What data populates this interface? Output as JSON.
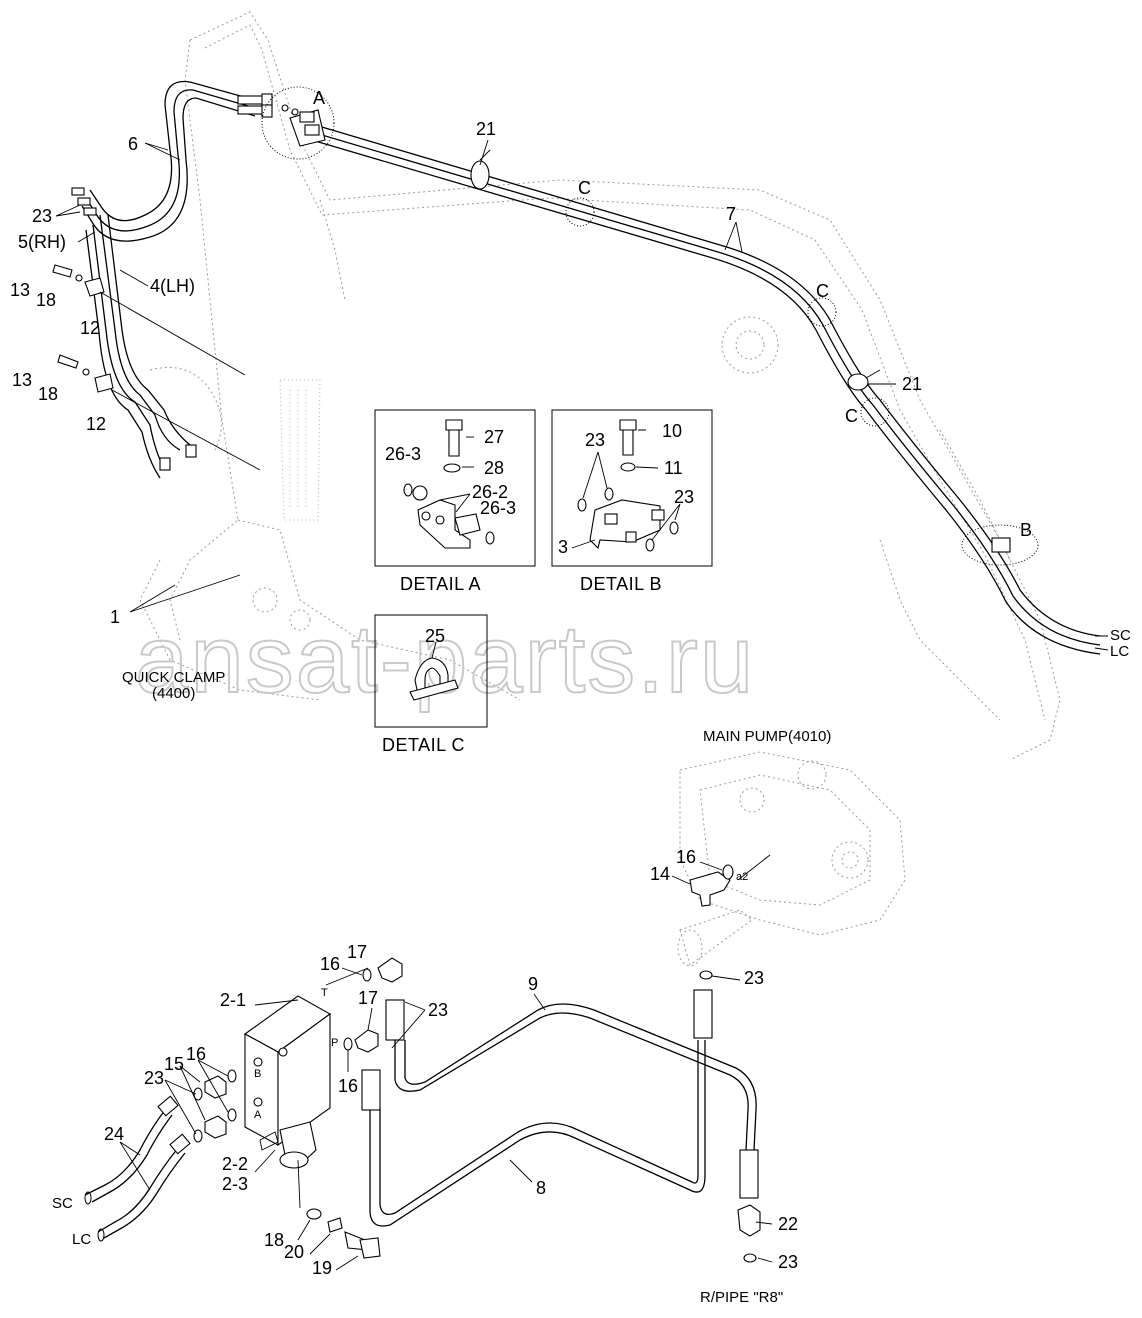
{
  "watermark": "ansat-parts.ru",
  "labels": {
    "a_top": "A",
    "n21_top": "21",
    "n6": "6",
    "c1": "C",
    "n7": "7",
    "c2": "C",
    "n21_right": "21",
    "c3": "C",
    "b": "B",
    "sc_top": "SC",
    "lc_top": "LC",
    "n23_left": "23",
    "n5rh": "5(RH)",
    "n13_a": "13",
    "n18_a": "18",
    "n4lh": "4(LH)",
    "n12_a": "12",
    "n13_b": "13",
    "n18_b": "18",
    "n12_b": "12",
    "n1": "1",
    "quick_clamp": "QUICK CLAMP",
    "quick_clamp_no": "(4400)",
    "main_pump": "MAIN PUMP(4010)",
    "n16_pump": "16",
    "n14": "14",
    "a2": "a2",
    "n23_pump": "23",
    "n17_a": "17",
    "n16_a": "16",
    "t_port": "T",
    "n2_1": "2-1",
    "n17_b": "17",
    "n23_mid": "23",
    "n9": "9",
    "p_port": "P",
    "n16_b": "16",
    "n15": "15",
    "n16_c": "16",
    "n23_valve": "23",
    "b_port": "B",
    "a_port": "A",
    "n24": "24",
    "sc_bottom": "SC",
    "lc_bottom": "LC",
    "n2_2": "2-2",
    "n2_3": "2-3",
    "n8": "8",
    "n22": "22",
    "n23_bottom": "23",
    "n18_bottom": "18",
    "n20": "20",
    "n19": "19",
    "rpipe": "R/PIPE \"R8\""
  },
  "detail_a": {
    "title": "DETAIL  A",
    "n27": "27",
    "n28": "28",
    "n26_3_a": "26-3",
    "n26_2": "26-2",
    "n26_3_b": "26-3"
  },
  "detail_b": {
    "title": "DETAIL  B",
    "n10": "10",
    "n11": "11",
    "n23_a": "23",
    "n23_b": "23",
    "n3": "3"
  },
  "detail_c": {
    "title": "DETAIL  C",
    "n25": "25"
  }
}
